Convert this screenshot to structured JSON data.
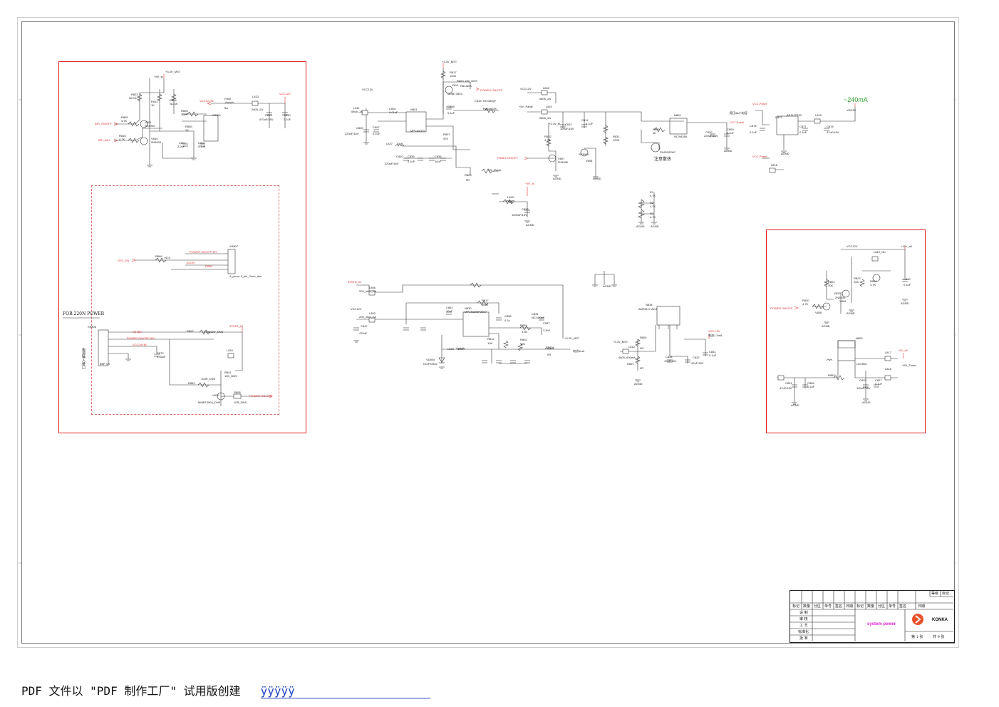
{
  "schematic": {
    "left_box": {
      "nets": [
        "BRI_ON/OFF",
        "BRI_ADJ",
        "VCC12VIN",
        "VCC12V",
        "+5V_st",
        "+3.3V_MST",
        "POWER ON/OFF INV",
        "BLON",
        "PWM",
        "OPC_EN"
      ],
      "parts": [
        "R823",
        "NC/1K",
        "R811",
        "1K",
        "R816",
        "NC/1K",
        "R806",
        "100R",
        "R805",
        "4.7K",
        "R810",
        "4.7K",
        "V801",
        "2N3904",
        "V834",
        "2N3904",
        "C802",
        "2.2uF",
        "C800",
        "0.1uF",
        "R809",
        "1K",
        "XS801",
        "F800",
        "5A",
        "L813",
        "0805_2A",
        "C813",
        "470uF/25V",
        "C830",
        "0.1uF",
        "R866",
        "NC0",
        "XS807",
        "4_pin or 5_pin_2mm_dns"
      ]
    },
    "for_220n_label": "FOR 220N POWER",
    "left_bottom": {
      "nets": [
        "VSTBn",
        "POWER ON/OFF INV",
        "VCC24VIN",
        "5VSTB_IN",
        "POWER ON/OFF"
      ],
      "parts": [
        "XS806",
        "B6P-VH",
        "C870",
        "0.33uF",
        "R803",
        "FTA632V_DNS",
        "L816",
        "R841",
        "10K_DNS",
        "R842",
        "100R_DNS",
        "V811",
        "MMBT3904_DNS",
        "R808",
        "10R_DNS"
      ],
      "vertical_note": "电源输入接口"
    },
    "top_mid": {
      "nets": [
        "VCC12V",
        "+3.3V_MST",
        "POWER ON/OFF",
        "+5V_Panle",
        "+5V_st"
      ],
      "parts": [
        "N801",
        "MP1482DS",
        "L811",
        "0805_2A",
        "C810",
        "0.01uF",
        "C805",
        "220uF/16V",
        "C807",
        "0.1uF",
        "R817",
        "100K",
        "R803",
        "10K_DNS",
        "V810",
        "MMBT3904",
        "R813",
        "10K",
        "C838",
        "0.1uF",
        "C815",
        "NC/180pF",
        "R818",
        "22K",
        "L827",
        "10uH",
        "C820",
        "220uF/16V",
        "C835",
        "0.1uF",
        "C836",
        "10uF",
        "R807",
        "47K",
        "R829",
        "0R",
        "L840",
        "0R",
        "C823",
        "1000uF/16V"
      ]
    },
    "panel_section": {
      "nets": [
        "VCC12V",
        "+5V_Panle",
        "+3.3V_st",
        "PANEL ON/OFF",
        "VCC-Panel"
      ],
      "parts": [
        "L802",
        "0805_2A",
        "L810",
        "0805_2A",
        "C812",
        "100uF/16V",
        "C814",
        "0.1uF",
        "R832",
        "4.7K",
        "V807",
        "2N3906",
        "V808",
        "2N3904",
        "R831",
        "100K",
        "N802",
        "NC/9435A",
        "R860",
        "1K",
        "C822",
        "220uF/16V",
        "C809",
        "0.1uF",
        "P9435/P/NC"
      ],
      "note": "注意散热",
      "note2": "稳压5A小电容"
    },
    "top_right": {
      "current_note": "~240mA",
      "nets": [
        "VCC-Panel",
        "VDD33"
      ],
      "parts": [
        "U813",
        "AP1117E33",
        "C876",
        "0.1uF",
        "C877",
        "0.1uF",
        "L819",
        "C878",
        "47uF/16V",
        "L818"
      ]
    },
    "pot_group": {
      "parts": [
        "R1",
        "4.7K",
        "R2",
        "4.7K",
        "R3",
        "4.7K"
      ],
      "ground": "AGND"
    },
    "mid_buck": {
      "nets": [
        "5VSTB_IN",
        "VCC12V",
        "+3.3V_MST"
      ],
      "parts": [
        "L806",
        "200_ohm_2A",
        "L802",
        "200_ohm_2A",
        "C847",
        "470uF",
        "N830",
        "MP1482/MP2307",
        "C861",
        "10uF",
        "L823",
        "10uH",
        "VD804",
        "NC/FMS02",
        "R817",
        "100K",
        "C856",
        "0.1u",
        "R812",
        "10K",
        "R802",
        "10K",
        "C831",
        "NC/180pF",
        "C837",
        "3.3nF",
        "R835",
        "3.3K",
        "FB834",
        "0R"
      ],
      "current_note": "电流1mA"
    },
    "mid_ldo": {
      "nets": [
        "+3.3V_MST",
        "VCC1.2V"
      ],
      "parts": [
        "N834",
        "AMS1117-ADJ",
        "R804",
        "NC",
        "L812",
        "0805_600mA",
        "R821",
        "0R",
        "C834",
        "47uF/16V",
        "C832",
        "47uF/16V",
        "C831",
        "0.1uF"
      ],
      "current_note": "电流1.2mA",
      "ground": "AGND"
    },
    "right_box": {
      "nets": [
        "VCC12V",
        "+12V_all",
        "POWER ON/OFF",
        "+5V_all",
        "+5V_Tuner"
      ],
      "parts": [
        "L819_NC",
        "R801",
        "10K",
        "R822",
        "10K",
        "V810",
        "2N3904",
        "V809",
        "R830",
        "4.7K",
        "V808",
        "C840",
        "0.1uF",
        "R836",
        "4.7K",
        "N803",
        "LM7805",
        "L817",
        "L816",
        "C825",
        "100uF/16V",
        "C827",
        "0.1uF",
        "C851",
        "47uF/16V",
        "C856",
        "0.1uF",
        "R893"
      ],
      "ground": "AGND"
    },
    "title_block": {
      "grade_label": "等级",
      "mark_label": "标记",
      "headers": [
        "标记",
        "数量",
        "分区",
        "单号",
        "签名",
        "日期",
        "标记",
        "数量",
        "分区",
        "单号",
        "签名",
        "日期"
      ],
      "rows": [
        "设 制",
        "审 核",
        "工 艺",
        "标准化",
        "批 准"
      ],
      "drawing_name": "system power",
      "company": "KONKA",
      "sheet_text": "第 1 张",
      "total_text": "共 9 张"
    }
  },
  "footer": {
    "text": "PDF 文件以 \"PDF 制作工厂\" 试用版创建",
    "link_text": "ÿÿÿÿÿ"
  }
}
